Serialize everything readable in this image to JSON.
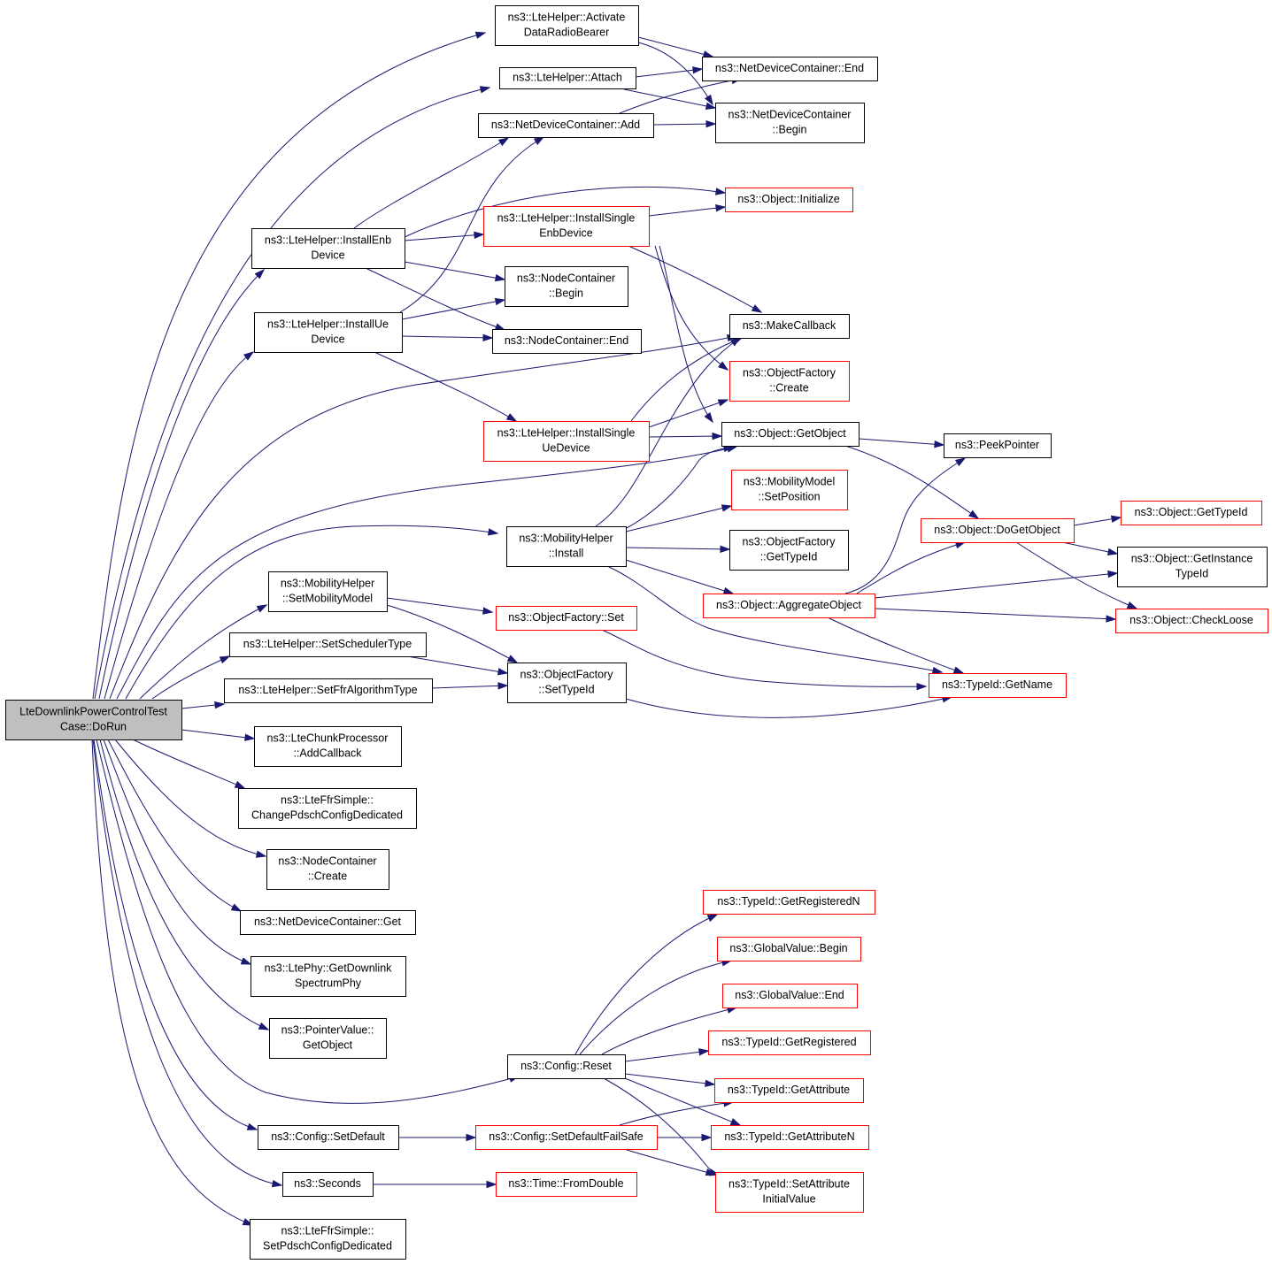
{
  "graph": {
    "root": "n0",
    "colors": {
      "edge": "#191970",
      "default_border": "#000000",
      "undocumented_border": "#ff0000",
      "root_fill": "#bfbfbf"
    },
    "nodes": [
      {
        "id": "n0",
        "lines": [
          "LteDownlinkPowerControlTest",
          "Case::DoRun"
        ],
        "style": "root"
      },
      {
        "id": "n1",
        "lines": [
          "ns3::LteHelper::Activate",
          "DataRadioBearer"
        ],
        "style": "black"
      },
      {
        "id": "n2",
        "lines": [
          "ns3::LteHelper::Attach"
        ],
        "style": "black"
      },
      {
        "id": "n3",
        "lines": [
          "ns3::NetDeviceContainer::End"
        ],
        "style": "black"
      },
      {
        "id": "n4",
        "lines": [
          "ns3::NetDeviceContainer::Add"
        ],
        "style": "black"
      },
      {
        "id": "n5",
        "lines": [
          "ns3::NetDeviceContainer",
          "::Begin"
        ],
        "style": "black"
      },
      {
        "id": "n6",
        "lines": [
          "ns3::Object::Initialize"
        ],
        "style": "red"
      },
      {
        "id": "n7",
        "lines": [
          "ns3::LteHelper::InstallSingle",
          "EnbDevice"
        ],
        "style": "red"
      },
      {
        "id": "n8",
        "lines": [
          "ns3::LteHelper::InstallEnb",
          "Device"
        ],
        "style": "black"
      },
      {
        "id": "n9",
        "lines": [
          "ns3::NodeContainer",
          "::Begin"
        ],
        "style": "black"
      },
      {
        "id": "n10",
        "lines": [
          "ns3::LteHelper::InstallUe",
          "Device"
        ],
        "style": "black"
      },
      {
        "id": "n11",
        "lines": [
          "ns3::NodeContainer::End"
        ],
        "style": "black"
      },
      {
        "id": "n12",
        "lines": [
          "ns3::MakeCallback"
        ],
        "style": "black"
      },
      {
        "id": "n13",
        "lines": [
          "ns3::ObjectFactory",
          "::Create"
        ],
        "style": "red"
      },
      {
        "id": "n14",
        "lines": [
          "ns3::LteHelper::InstallSingle",
          "UeDevice"
        ],
        "style": "red"
      },
      {
        "id": "n15",
        "lines": [
          "ns3::Object::GetObject"
        ],
        "style": "black"
      },
      {
        "id": "n16",
        "lines": [
          "ns3::PeekPointer"
        ],
        "style": "black"
      },
      {
        "id": "n17",
        "lines": [
          "ns3::MobilityModel",
          "::SetPosition"
        ],
        "style": "red"
      },
      {
        "id": "n18",
        "lines": [
          "ns3::MobilityHelper",
          "::Install"
        ],
        "style": "black"
      },
      {
        "id": "n19",
        "lines": [
          "ns3::Object::DoGetObject"
        ],
        "style": "red"
      },
      {
        "id": "n20",
        "lines": [
          "ns3::Object::GetTypeId"
        ],
        "style": "red"
      },
      {
        "id": "n21",
        "lines": [
          "ns3::ObjectFactory",
          "::GetTypeId"
        ],
        "style": "black"
      },
      {
        "id": "n22",
        "lines": [
          "ns3::Object::GetInstance",
          "TypeId"
        ],
        "style": "black"
      },
      {
        "id": "n23",
        "lines": [
          "ns3::MobilityHelper",
          "::SetMobilityModel"
        ],
        "style": "black"
      },
      {
        "id": "n24",
        "lines": [
          "ns3::Object::AggregateObject"
        ],
        "style": "red"
      },
      {
        "id": "n25",
        "lines": [
          "ns3::ObjectFactory::Set"
        ],
        "style": "red"
      },
      {
        "id": "n26",
        "lines": [
          "ns3::Object::CheckLoose"
        ],
        "style": "red"
      },
      {
        "id": "n27",
        "lines": [
          "ns3::LteHelper::SetSchedulerType"
        ],
        "style": "black"
      },
      {
        "id": "n28",
        "lines": [
          "ns3::ObjectFactory",
          "::SetTypeId"
        ],
        "style": "black"
      },
      {
        "id": "n29",
        "lines": [
          "ns3::LteHelper::SetFfrAlgorithmType"
        ],
        "style": "black"
      },
      {
        "id": "n30",
        "lines": [
          "ns3::TypeId::GetName"
        ],
        "style": "red"
      },
      {
        "id": "n31",
        "lines": [
          "ns3::LteChunkProcessor",
          "::AddCallback"
        ],
        "style": "black"
      },
      {
        "id": "n32",
        "lines": [
          "ns3::LteFfrSimple::",
          "ChangePdschConfigDedicated"
        ],
        "style": "black"
      },
      {
        "id": "n33",
        "lines": [
          "ns3::NodeContainer",
          "::Create"
        ],
        "style": "black"
      },
      {
        "id": "n34",
        "lines": [
          "ns3::NetDeviceContainer::Get"
        ],
        "style": "black"
      },
      {
        "id": "n35",
        "lines": [
          "ns3::TypeId::GetRegisteredN"
        ],
        "style": "red"
      },
      {
        "id": "n36",
        "lines": [
          "ns3::LtePhy::GetDownlink",
          "SpectrumPhy"
        ],
        "style": "black"
      },
      {
        "id": "n37",
        "lines": [
          "ns3::GlobalValue::Begin"
        ],
        "style": "red"
      },
      {
        "id": "n38",
        "lines": [
          "ns3::GlobalValue::End"
        ],
        "style": "red"
      },
      {
        "id": "n39",
        "lines": [
          "ns3::PointerValue::",
          "GetObject"
        ],
        "style": "black"
      },
      {
        "id": "n40",
        "lines": [
          "ns3::TypeId::GetRegistered"
        ],
        "style": "red"
      },
      {
        "id": "n41",
        "lines": [
          "ns3::Config::Reset"
        ],
        "style": "black"
      },
      {
        "id": "n42",
        "lines": [
          "ns3::TypeId::GetAttribute"
        ],
        "style": "red"
      },
      {
        "id": "n43",
        "lines": [
          "ns3::Config::SetDefault"
        ],
        "style": "black"
      },
      {
        "id": "n44",
        "lines": [
          "ns3::Config::SetDefaultFailSafe"
        ],
        "style": "red"
      },
      {
        "id": "n45",
        "lines": [
          "ns3::TypeId::GetAttributeN"
        ],
        "style": "red"
      },
      {
        "id": "n46",
        "lines": [
          "ns3::Seconds"
        ],
        "style": "black"
      },
      {
        "id": "n47",
        "lines": [
          "ns3::Time::FromDouble"
        ],
        "style": "red"
      },
      {
        "id": "n48",
        "lines": [
          "ns3::TypeId::SetAttribute",
          "InitialValue"
        ],
        "style": "red"
      },
      {
        "id": "n49",
        "lines": [
          "ns3::LteFfrSimple::",
          "SetPdschConfigDedicated"
        ],
        "style": "black"
      }
    ],
    "edges": [
      [
        "n0",
        "n1"
      ],
      [
        "n0",
        "n2"
      ],
      [
        "n0",
        "n8"
      ],
      [
        "n0",
        "n10"
      ],
      [
        "n0",
        "n12"
      ],
      [
        "n0",
        "n15"
      ],
      [
        "n0",
        "n18"
      ],
      [
        "n0",
        "n23"
      ],
      [
        "n0",
        "n27"
      ],
      [
        "n0",
        "n29"
      ],
      [
        "n0",
        "n31"
      ],
      [
        "n0",
        "n32"
      ],
      [
        "n0",
        "n33"
      ],
      [
        "n0",
        "n34"
      ],
      [
        "n0",
        "n36"
      ],
      [
        "n0",
        "n39"
      ],
      [
        "n0",
        "n41"
      ],
      [
        "n0",
        "n43"
      ],
      [
        "n0",
        "n46"
      ],
      [
        "n0",
        "n49"
      ],
      [
        "n1",
        "n3"
      ],
      [
        "n1",
        "n5"
      ],
      [
        "n2",
        "n3"
      ],
      [
        "n2",
        "n5"
      ],
      [
        "n4",
        "n5"
      ],
      [
        "n4",
        "n3"
      ],
      [
        "n8",
        "n4"
      ],
      [
        "n8",
        "n6"
      ],
      [
        "n8",
        "n7"
      ],
      [
        "n8",
        "n9"
      ],
      [
        "n8",
        "n11"
      ],
      [
        "n10",
        "n4"
      ],
      [
        "n10",
        "n9"
      ],
      [
        "n10",
        "n11"
      ],
      [
        "n10",
        "n14"
      ],
      [
        "n7",
        "n6"
      ],
      [
        "n7",
        "n12"
      ],
      [
        "n7",
        "n13"
      ],
      [
        "n7",
        "n15"
      ],
      [
        "n14",
        "n12"
      ],
      [
        "n14",
        "n13"
      ],
      [
        "n14",
        "n15"
      ],
      [
        "n15",
        "n16"
      ],
      [
        "n15",
        "n19"
      ],
      [
        "n18",
        "n12"
      ],
      [
        "n18",
        "n15"
      ],
      [
        "n18",
        "n17"
      ],
      [
        "n18",
        "n21"
      ],
      [
        "n18",
        "n24"
      ],
      [
        "n18",
        "n30"
      ],
      [
        "n19",
        "n20"
      ],
      [
        "n19",
        "n22"
      ],
      [
        "n19",
        "n26"
      ],
      [
        "n24",
        "n16"
      ],
      [
        "n24",
        "n19"
      ],
      [
        "n24",
        "n22"
      ],
      [
        "n24",
        "n26"
      ],
      [
        "n24",
        "n30"
      ],
      [
        "n23",
        "n25"
      ],
      [
        "n23",
        "n28"
      ],
      [
        "n25",
        "n30"
      ],
      [
        "n27",
        "n28"
      ],
      [
        "n29",
        "n28"
      ],
      [
        "n28",
        "n30"
      ],
      [
        "n41",
        "n35"
      ],
      [
        "n41",
        "n37"
      ],
      [
        "n41",
        "n38"
      ],
      [
        "n41",
        "n40"
      ],
      [
        "n41",
        "n42"
      ],
      [
        "n41",
        "n45"
      ],
      [
        "n41",
        "n48"
      ],
      [
        "n43",
        "n44"
      ],
      [
        "n44",
        "n42"
      ],
      [
        "n44",
        "n45"
      ],
      [
        "n44",
        "n48"
      ],
      [
        "n46",
        "n47"
      ]
    ]
  }
}
